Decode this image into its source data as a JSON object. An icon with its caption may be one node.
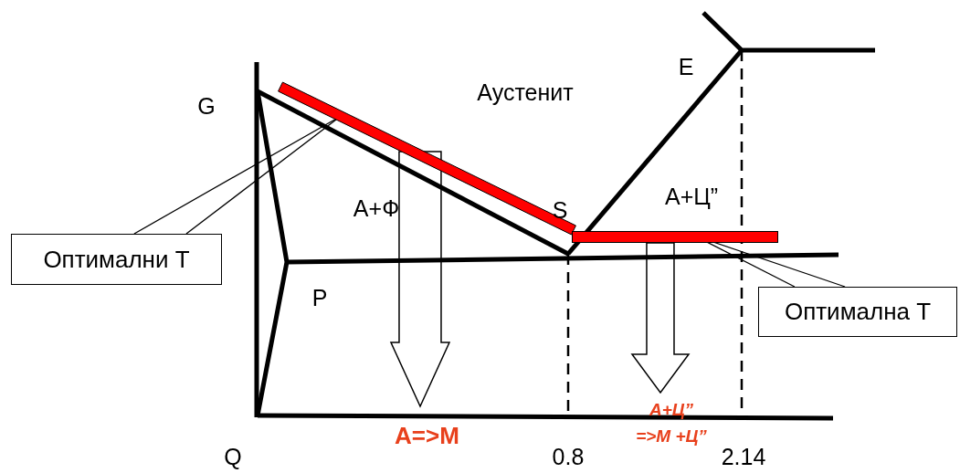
{
  "diagram": {
    "nodes": [
      {
        "text": [
          "Оптимални Т"
        ]
      },
      {
        "text": [],
        "shape": "bar"
      },
      {
        "text": [
          "Оптимална Т"
        ]
      },
      {
        "text": [],
        "shape": "bar"
      },
      {
        "text": [
          "А=>М"
        ]
      },
      {
        "text": [
          "А+Ц” =>М +Ц”"
        ]
      }
    ],
    "edges": [
      {
        "from": 0,
        "to": 1,
        "arrow": "none"
      },
      {
        "from": 0,
        "to": 1,
        "arrow": "none"
      },
      {
        "from": 2,
        "to": 3,
        "arrow": "none"
      },
      {
        "from": 2,
        "to": 3,
        "arrow": "none"
      },
      {
        "from": 1,
        "to": 4,
        "arrow": "to",
        "style": "thick"
      },
      {
        "from": 3,
        "to": 5,
        "arrow": "to",
        "style": "thick"
      }
    ],
    "labels": [
      "E",
      "G",
      "Аустенит",
      "А+Ф",
      "S",
      "А+Ц”",
      "P",
      "Q",
      "0.8",
      "2.14"
    ]
  }
}
